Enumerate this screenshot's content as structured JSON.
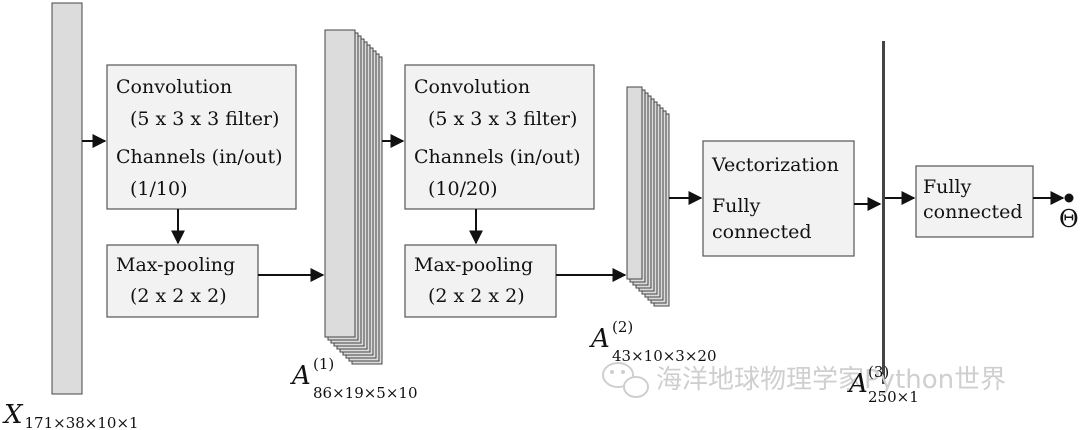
{
  "input": {
    "label": "X",
    "subscript": "171×38×10×1"
  },
  "block1": {
    "conv": {
      "title": "Convolution",
      "filter": "(5 x 3 x 3 filter)",
      "channels_label": "Channels (in/out)",
      "channels": "(1/10)"
    },
    "pool": {
      "title": "Max-pooling",
      "size": "(2 x 2 x 2)"
    }
  },
  "a1": {
    "label": "A",
    "superscript": "(1)",
    "subscript": "86×19×5×10"
  },
  "block2": {
    "conv": {
      "title": "Convolution",
      "filter": "(5 x 3 x 3 filter)",
      "channels_label": "Channels (in/out)",
      "channels": "(10/20)"
    },
    "pool": {
      "title": "Max-pooling",
      "size": "(2 x 2 x 2)"
    }
  },
  "a2": {
    "label": "A",
    "superscript": "(2)",
    "subscript": "43×10×3×20"
  },
  "vector_box": {
    "line1": "Vectorization",
    "line2": "Fully",
    "line3": "connected"
  },
  "a3": {
    "label": "A",
    "superscript": "(3)",
    "subscript": "250×1"
  },
  "fc_box": {
    "line1": "Fully",
    "line2": "connected"
  },
  "output": {
    "label": "Θ"
  },
  "watermark": {
    "text": "海洋地球物理学家Python世界"
  }
}
